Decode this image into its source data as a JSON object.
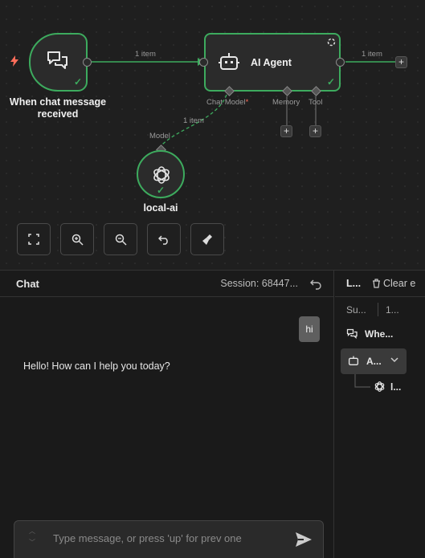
{
  "canvas": {
    "trigger_node": {
      "label": "When chat message received"
    },
    "agent_node": {
      "label": "AI Agent"
    },
    "model_node": {
      "label": "local-ai"
    },
    "edges": {
      "trigger_to_agent": "1 item",
      "agent_output": "1 item",
      "model_to_agent": "1 item"
    },
    "ports": {
      "chat_model": "Chat Model",
      "required_mark": "*",
      "memory": "Memory",
      "tool": "Tool",
      "model": "Model"
    },
    "toolbar": [
      "fit-view",
      "zoom-in",
      "zoom-out",
      "reset",
      "tidy-up"
    ]
  },
  "chat": {
    "title": "Chat",
    "session": "Session: 68447...",
    "messages": [
      {
        "role": "user",
        "text": "hi"
      },
      {
        "role": "assistant",
        "text": "Hello! How can I help you today?"
      }
    ],
    "input_placeholder": "Type message, or press 'up' for prev one"
  },
  "logs": {
    "title": "L...",
    "clear_label": "Clear e",
    "summary_label": "Su...",
    "summary_count": "1...",
    "items": [
      {
        "label": "Whe...",
        "icon": "chat-icon"
      },
      {
        "label": "A...",
        "icon": "robot-icon"
      },
      {
        "label": "l...",
        "icon": "openai-icon"
      }
    ]
  },
  "colors": {
    "success": "#3dab5e",
    "trigger": "#ff6d5a",
    "required": "#ff6d5a"
  }
}
